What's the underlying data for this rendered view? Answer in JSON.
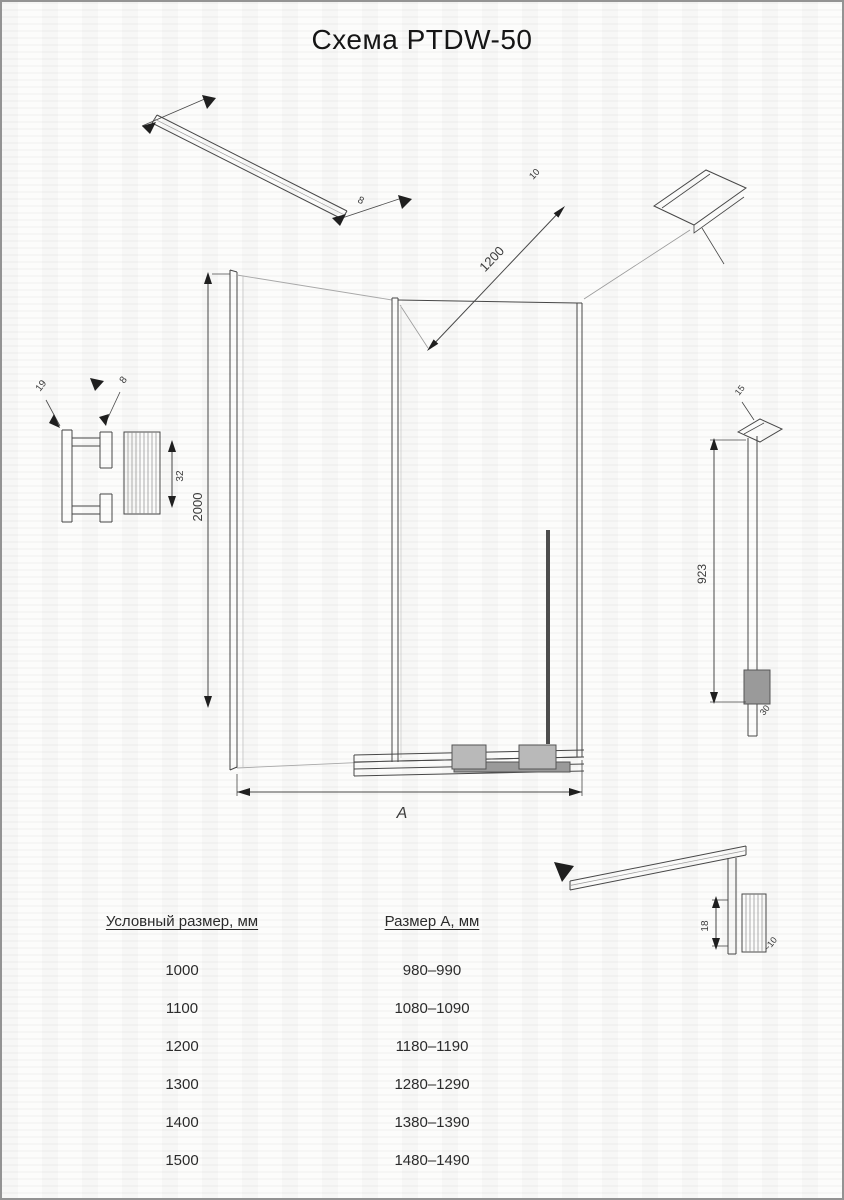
{
  "title": "Схема PTDW-50",
  "drawing": {
    "dim_height": "2000",
    "dim_width": "1200",
    "dim_side_height": "923",
    "dim_a": "A",
    "dim_rail_small": "8",
    "dim_top_small": "10",
    "left_detail_dim1": "19",
    "left_detail_dim2": "8",
    "left_detail_dim3": "32",
    "side_top_small": "15",
    "side_bottom_small": "30",
    "bottom_detail_dim": "18",
    "bottom_detail_small": "~10"
  },
  "table": {
    "headers": [
      "Условный размер, мм",
      "Размер A, мм"
    ],
    "rows": [
      {
        "nominal": "1000",
        "size_a": "980–990"
      },
      {
        "nominal": "1100",
        "size_a": "1080–1090"
      },
      {
        "nominal": "1200",
        "size_a": "1180–1190"
      },
      {
        "nominal": "1300",
        "size_a": "1280–1290"
      },
      {
        "nominal": "1400",
        "size_a": "1380–1390"
      },
      {
        "nominal": "1500",
        "size_a": "1480–1490"
      }
    ]
  }
}
